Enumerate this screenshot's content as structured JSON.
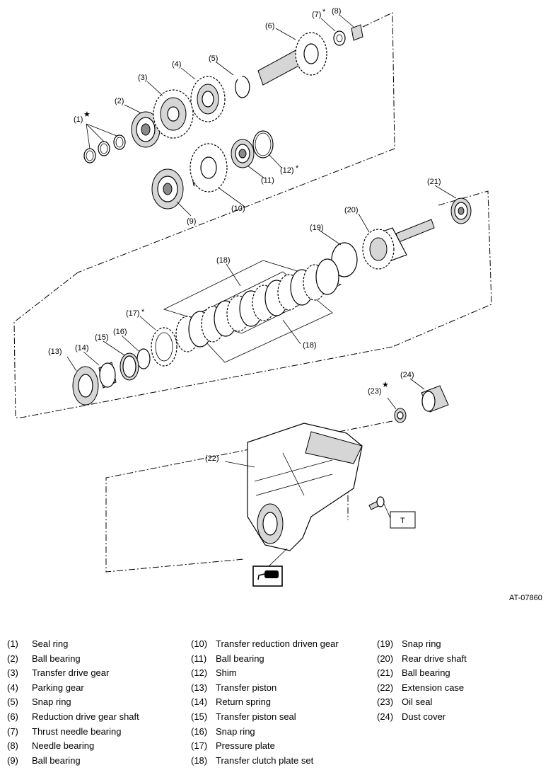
{
  "callouts": [
    "(1)",
    "(2)",
    "(3)",
    "(4)",
    "(5)",
    "(6)",
    "(7)",
    "(8)",
    "(9)",
    "(10)",
    "(11)",
    "(12)",
    "(13)",
    "(14)",
    "(15)",
    "(16)",
    "(17)",
    "(18)",
    "(18)",
    "(19)",
    "(20)",
    "(21)",
    "(22)",
    "(23)",
    "(24)"
  ],
  "marks": {
    "asterisk": "*",
    "star": "★"
  },
  "torque_label": "T",
  "reference_code": "AT-07860",
  "legend": [
    [
      {
        "num": "(1)",
        "name": "Seal ring"
      },
      {
        "num": "(2)",
        "name": "Ball bearing"
      },
      {
        "num": "(3)",
        "name": "Transfer drive gear"
      },
      {
        "num": "(4)",
        "name": "Parking gear"
      },
      {
        "num": "(5)",
        "name": "Snap ring"
      },
      {
        "num": "(6)",
        "name": "Reduction drive gear shaft"
      },
      {
        "num": "(7)",
        "name": "Thrust needle bearing"
      },
      {
        "num": "(8)",
        "name": "Needle bearing"
      },
      {
        "num": "(9)",
        "name": "Ball bearing"
      }
    ],
    [
      {
        "num": "(10)",
        "name": "Transfer reduction driven gear"
      },
      {
        "num": "(11)",
        "name": "Ball bearing"
      },
      {
        "num": "(12)",
        "name": "Shim"
      },
      {
        "num": "(13)",
        "name": "Transfer piston"
      },
      {
        "num": "(14)",
        "name": "Return spring"
      },
      {
        "num": "(15)",
        "name": "Transfer piston seal"
      },
      {
        "num": "(16)",
        "name": "Snap ring"
      },
      {
        "num": "(17)",
        "name": "Pressure plate"
      },
      {
        "num": "(18)",
        "name": "Transfer clutch plate set"
      }
    ],
    [
      {
        "num": "(19)",
        "name": "Snap ring"
      },
      {
        "num": "(20)",
        "name": "Rear drive shaft"
      },
      {
        "num": "(21)",
        "name": "Ball bearing"
      },
      {
        "num": "(22)",
        "name": "Extension case"
      },
      {
        "num": "(23)",
        "name": "Oil seal"
      },
      {
        "num": "(24)",
        "name": "Dust cover"
      }
    ]
  ]
}
